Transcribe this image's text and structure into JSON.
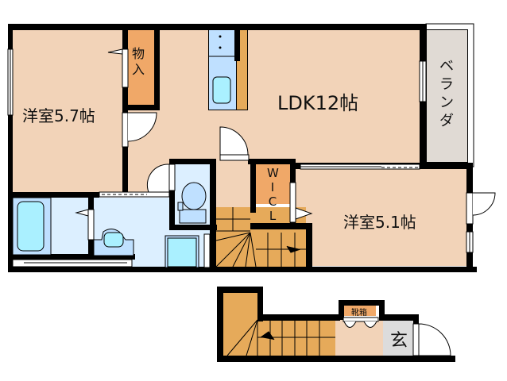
{
  "plan": {
    "rooms": {
      "western_room_a": "洋室5.7帖",
      "storage": "物入",
      "ldk": "LDK12帖",
      "balcony": "ベランダ",
      "wic": "WICL",
      "western_room_b": "洋室5.1帖",
      "shoe_box": "靴箱",
      "entrance": "玄"
    },
    "colors": {
      "room_floor": "#f2d3b8",
      "storage": "#f0a868",
      "wet_area": "#dcefff",
      "fixture": "#bfe0ff",
      "tub": "#aaf0ff",
      "stairs": "#e6aa5a",
      "balcony": "#e0dad4",
      "entrance": "#dcdcdc",
      "wall": "#000000"
    }
  }
}
